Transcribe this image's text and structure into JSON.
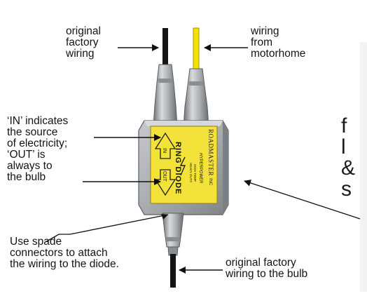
{
  "callouts": {
    "original_factory_wiring": "original\nfactory\nwiring",
    "wiring_from_motorhome": "wiring\nfrom\nmotorhome",
    "in_out_explanation": "‘IN’ indicates\nthe source\nof electricity;\n‘OUT’ is\nalways to\nthe bulb",
    "spade_connectors": "Use spade\nconnectors to attach\nthe wiring to the diode.",
    "factory_wiring_to_bulb": "original factory\nwiring to the bulb"
  },
  "side_text": "f\nl\n&\ns",
  "diode_label": {
    "brand": "ROADMASTER",
    "brand_suffix": "INC",
    "product": "RING DIODE",
    "in_label": "IN",
    "out_label": "OUT",
    "rating": "HEAVY DUTY",
    "rating_2": "HIGH TEMP",
    "hyperlink": "HYPERPOWER"
  },
  "colors": {
    "label_yellow": "#f3e23a",
    "yellow_wire": "#f6e200",
    "black_wire": "#151515",
    "housing_gray": "#a7aaad"
  }
}
